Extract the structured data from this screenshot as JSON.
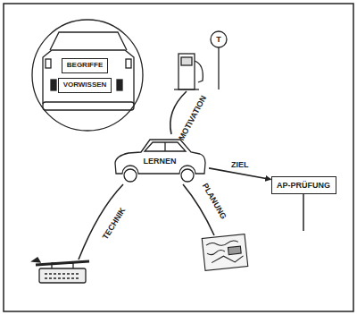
{
  "diagram": {
    "nodes": [
      {
        "text": [
          "BEGRIFFE"
        ]
      },
      {
        "text": [
          "VORWISSEN"
        ]
      },
      {
        "text": [
          "LERNEN"
        ]
      },
      {
        "text": [
          "AP-PRÜFUNG"
        ]
      }
    ],
    "edges": [
      {
        "from": 2,
        "to": 3,
        "label": "ZIEL",
        "arrow": "to"
      }
    ],
    "labels": [
      "MOTIVATION",
      "T",
      "PLANUNG",
      "TECHNIK"
    ]
  }
}
